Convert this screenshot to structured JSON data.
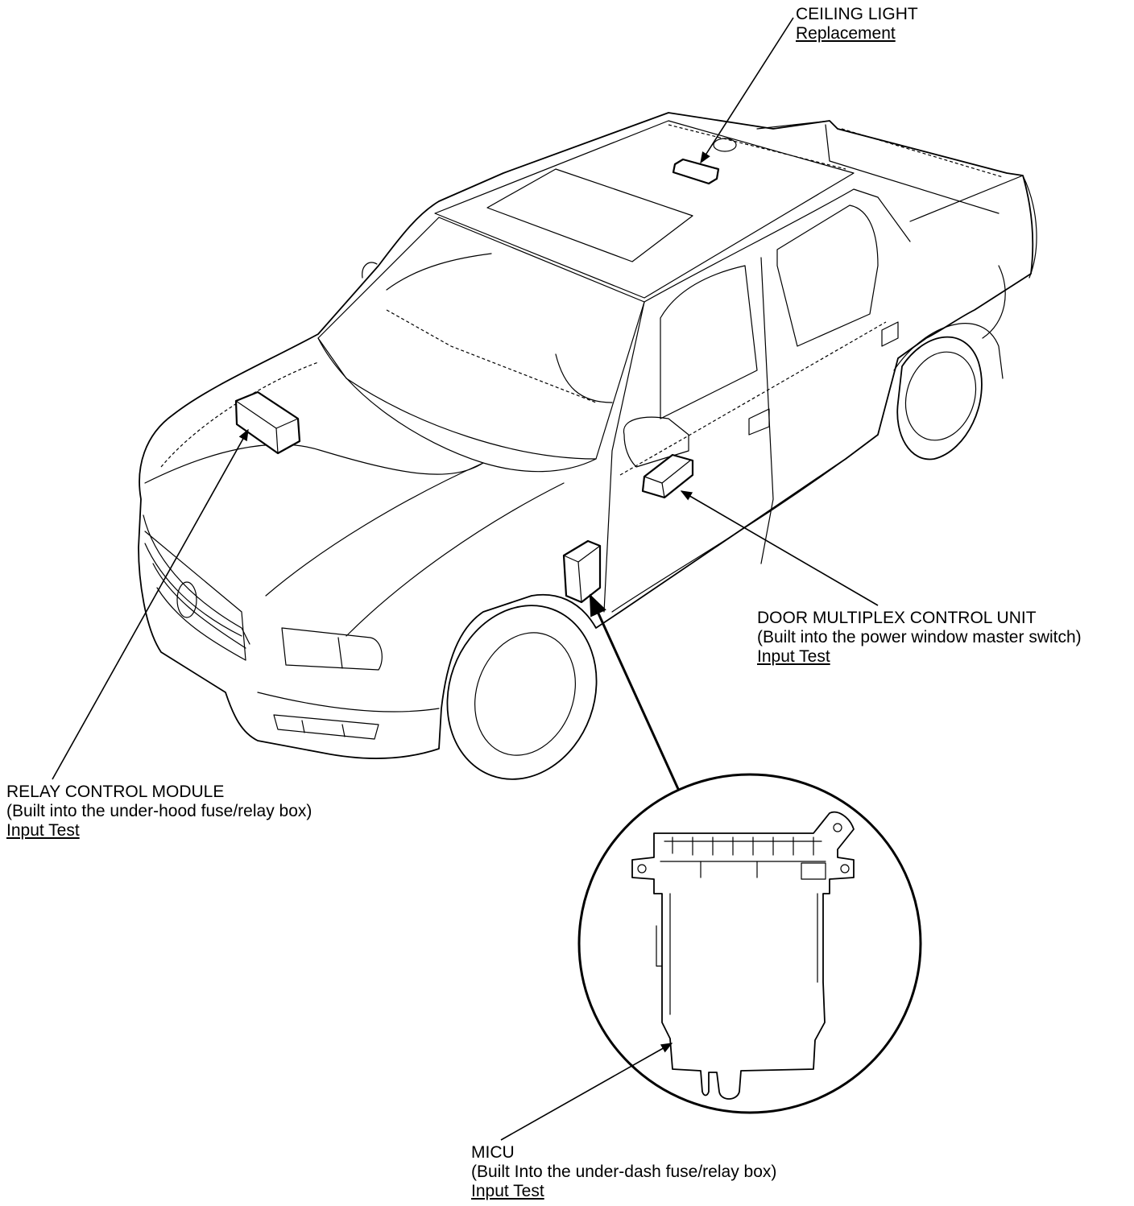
{
  "labels": {
    "ceiling_light": {
      "title": "CEILING LIGHT",
      "link": "Replacement"
    },
    "door_multiplex": {
      "title": "DOOR MULTIPLEX CONTROL UNIT",
      "note": "(Built into the power window master switch)",
      "link": "Input Test"
    },
    "relay_control": {
      "title": "RELAY CONTROL MODULE",
      "note": "(Built into the under-hood fuse/relay box)",
      "link": "Input Test"
    },
    "micu": {
      "title": "MICU",
      "note": "(Built Into the under-dash fuse/relay box)",
      "link": "Input Test"
    }
  },
  "colors": {
    "line": "#000000",
    "background": "#ffffff"
  }
}
